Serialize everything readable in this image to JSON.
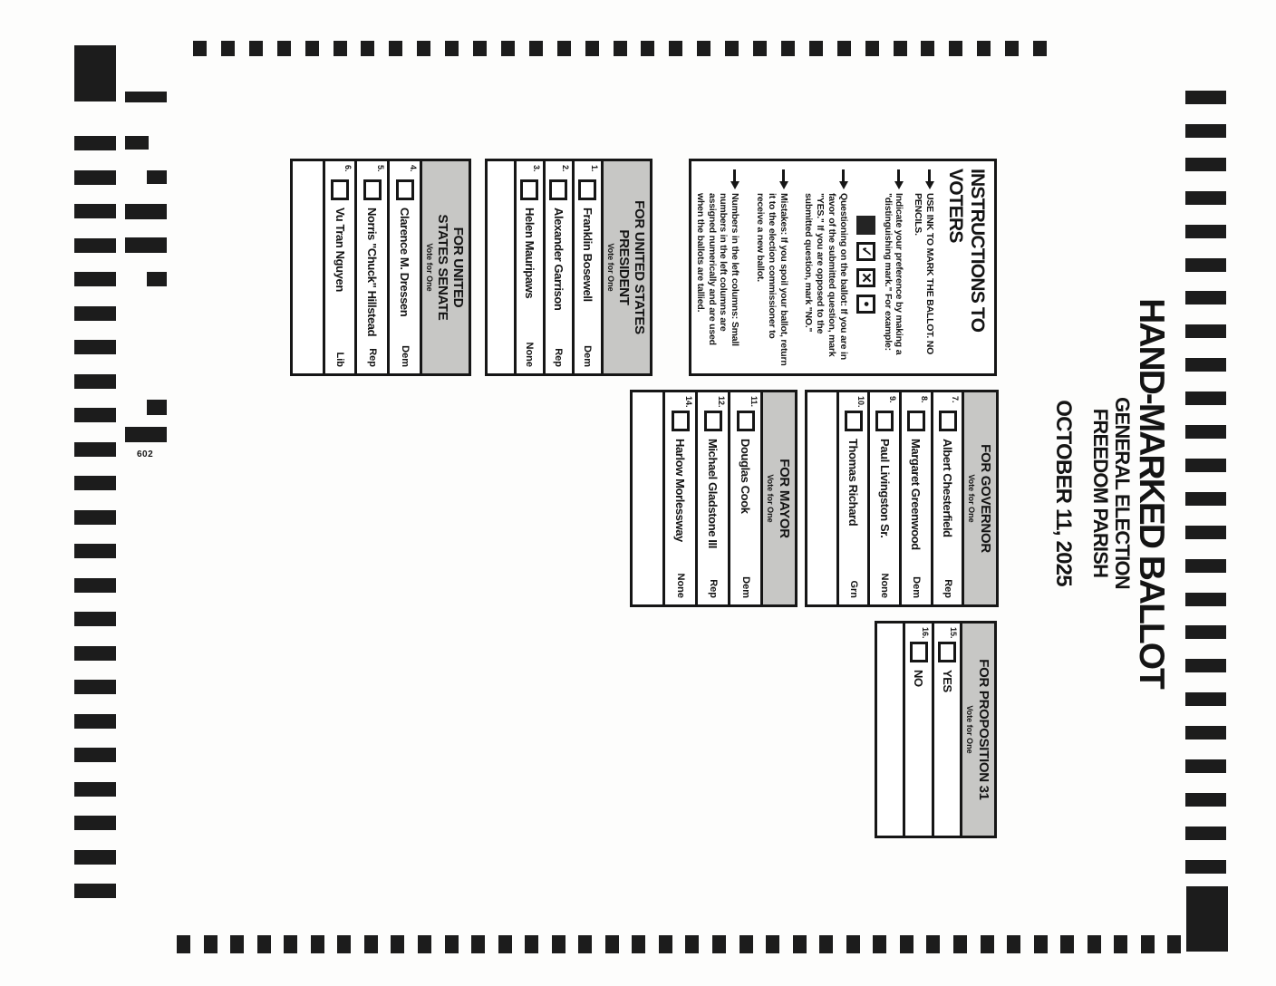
{
  "ballot": {
    "title": "HAND-MARKED BALLOT",
    "election": "GENERAL ELECTION",
    "jurisdiction": "FREEDOM PARISH",
    "date": "OCTOBER 11, 2025",
    "stub_number": "602"
  },
  "instructions": {
    "title": "INSTRUCTIONS TO VOTERS",
    "bullets": [
      {
        "bold": "USE INK TO MARK THE BALLOT.",
        "heavy": "NO PENCILS.",
        "text": ""
      },
      {
        "bold": "",
        "text": "Indicate your preference by making a \"distinguishing mark.\" For example:"
      },
      {
        "bold": "Questioning on the ballot:",
        "text": "If you are in favor of the submitted question, mark \"YES.\" If you are opposed to the submitted question, mark \"NO.\""
      },
      {
        "bold": "Mistakes:",
        "text": "If you spoil your ballot, return it to the election commissioner to receive a new ballot."
      },
      {
        "bold": "Numbers in the left columns:",
        "text": "Small numbers in the left columns are assigned numerically and are used when the ballots are tallied."
      }
    ],
    "example_marks": [
      "filled-square",
      "checkmark",
      "x-mark",
      "dot"
    ]
  },
  "contests": [
    {
      "id": "president",
      "title": "FOR UNITED STATES\nPRESIDENT",
      "vote_for": "Vote for One",
      "candidates": [
        {
          "number": "1.",
          "name": "Franklin Bosewell",
          "party": "Dem"
        },
        {
          "number": "2.",
          "name": "Alexander Garrison",
          "party": "Rep"
        },
        {
          "number": "3.",
          "name": "Helen Mauripaws",
          "party": "None"
        }
      ]
    },
    {
      "id": "senate",
      "title": "FOR UNITED\nSTATES SENATE",
      "vote_for": "Vote for One",
      "candidates": [
        {
          "number": "4.",
          "name": "Clarence M. Dressen",
          "party": "Dem"
        },
        {
          "number": "5.",
          "name": "Norris \"Chuck\" Hillstead",
          "party": "Rep"
        },
        {
          "number": "6.",
          "name": "Vu Tran Nguyen",
          "party": "Lib"
        }
      ]
    },
    {
      "id": "governor",
      "title": "FOR GOVERNOR",
      "vote_for": "Vote for One",
      "candidates": [
        {
          "number": "7.",
          "name": "Albert Chesterfield",
          "party": "Rep"
        },
        {
          "number": "8.",
          "name": "Margaret Greenwood",
          "party": "Dem"
        },
        {
          "number": "9.",
          "name": "Paul Livingston Sr.",
          "party": "None"
        },
        {
          "number": "10.",
          "name": "Thomas Richard",
          "party": "Grn"
        }
      ]
    },
    {
      "id": "mayor",
      "title": "FOR MAYOR",
      "vote_for": "Vote for One",
      "candidates": [
        {
          "number": "11.",
          "name": "Douglas Cook",
          "party": "Dem"
        },
        {
          "number": "12.",
          "name": "Michael Gladstone III",
          "party": "Rep"
        },
        {
          "number": "14.",
          "name": "Harlow Morlessway",
          "party": "None"
        }
      ]
    },
    {
      "id": "proposition-31",
      "title": "FOR PROPOSITION 31",
      "vote_for": "Vote for One",
      "candidates": [
        {
          "number": "15.",
          "name": "YES",
          "party": ""
        },
        {
          "number": "16.",
          "name": "NO",
          "party": ""
        }
      ]
    }
  ]
}
